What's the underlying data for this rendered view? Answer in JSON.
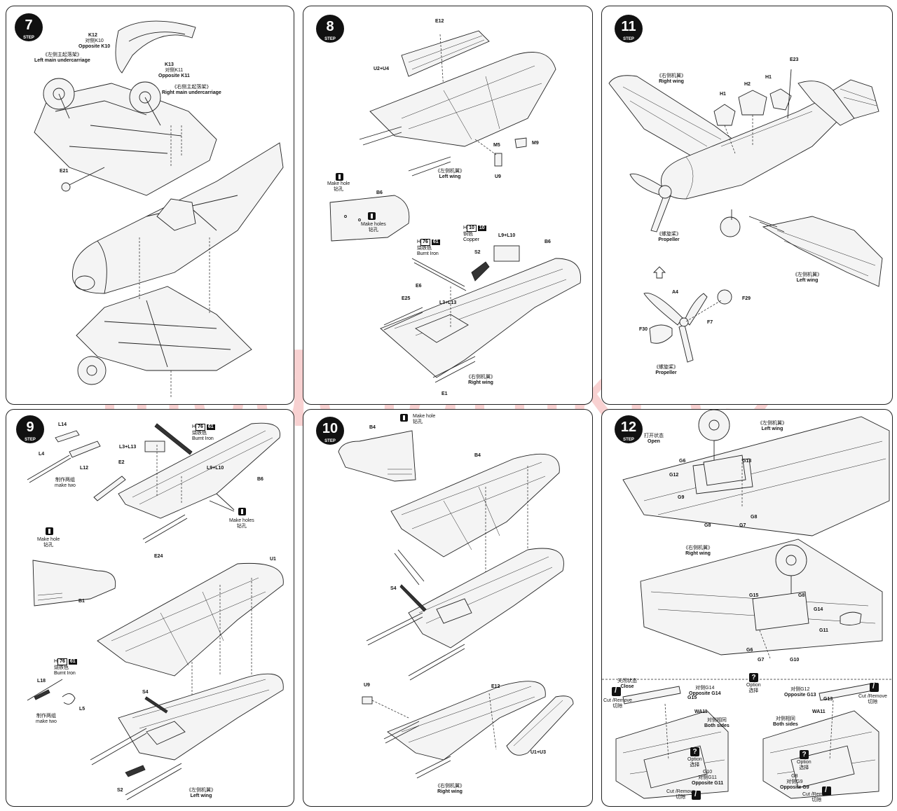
{
  "watermark": "modelartikl.cz",
  "steps": {
    "s7": {
      "number": "7",
      "step_word": "STEP",
      "labels": {
        "k12": "K12",
        "k12_opp": "对侧K10",
        "k12_opp_en": "Opposite K10",
        "left_uc_cn": "《左侧主起落架》",
        "left_uc_en": "Left main undercarriage",
        "k13": "K13",
        "k13_opp": "对侧K11",
        "k13_opp_en": "Opposite K11",
        "right_uc_cn": "《右侧主起落架》",
        "right_uc_en": "Right main undercarriage",
        "e21": "E21"
      }
    },
    "s8": {
      "number": "8",
      "step_word": "STEP",
      "labels": {
        "e12": "E12",
        "u2u4": "U2+U4",
        "m5": "M5",
        "m9": "M9",
        "u9": "U9",
        "left_wing_cn": "《左侧机翼》",
        "left_wing_en": "Left wing",
        "make_hole_en": "Make hole",
        "make_hole_cn": "钻孔",
        "b6": "B6",
        "make_holes_en": "Make holes",
        "make_holes_cn": "钻孔",
        "paint_h_num": "H",
        "paint_h_code": "10",
        "paint_h_code2": "10",
        "copper_cn": "铜色",
        "copper_en": "Copper",
        "paint_h76": "76",
        "paint_h61": "61",
        "burnt_cn": "烧铁色",
        "burnt_en": "Burnt Iron",
        "l9l10": "L9+L10",
        "s2": "S2",
        "b6b": "B6",
        "e6": "E6",
        "l3l13": "L3+L13",
        "e25": "E25",
        "right_wing_cn": "《右侧机翼》",
        "right_wing_en": "Right wing",
        "e1": "E1"
      }
    },
    "s11": {
      "number": "11",
      "step_word": "STEP",
      "labels": {
        "right_wing_cn": "《右侧机翼》",
        "right_wing_en": "Right wing",
        "h1a": "H1",
        "h2": "H2",
        "h1b": "H1",
        "e23": "E23",
        "propeller_cn": "《螺旋桨》",
        "propeller_en": "Propeller",
        "left_wing_cn": "《左侧机翼》",
        "left_wing_en": "Left wing",
        "a4": "A4",
        "f29": "F29",
        "f30": "F30",
        "f7": "F7",
        "propeller2_cn": "《螺旋桨》",
        "propeller2_en": "Propeller"
      }
    },
    "s9": {
      "number": "9",
      "step_word": "STEP",
      "labels": {
        "l14": "L14",
        "l4": "L4",
        "l12": "L12",
        "make_two_cn": "制作两组",
        "make_two_en": "make two",
        "paint_h76": "76",
        "paint_h61": "61",
        "burnt_cn": "烧铁色",
        "burnt_en": "Burnt Iron",
        "l3l13": "L3+L13",
        "e2": "E2",
        "l9l10": "L9+L10",
        "b6": "B6",
        "make_holes_en": "Make holes",
        "make_holes_cn": "钻孔",
        "e24": "E24",
        "make_hole_en": "Make hole",
        "make_hole_cn": "钻孔",
        "b1": "B1",
        "u1": "U1",
        "paint2_h76": "76",
        "paint2_h61": "61",
        "burnt2_cn": "烧铁色",
        "burnt2_en": "Burnt Iron",
        "l18": "L18",
        "l5": "L5",
        "make_two2_cn": "制作两组",
        "make_two2_en": "make two",
        "s4": "S4",
        "s2": "S2",
        "left_wing_cn": "《左侧机翼》",
        "left_wing_en": "Left wing"
      }
    },
    "s10": {
      "number": "10",
      "step_word": "STEP",
      "labels": {
        "make_hole_en": "Make hole",
        "make_hole_cn": "钻孔",
        "b4": "B4",
        "b4b": "B4",
        "s4": "S4",
        "u9": "U9",
        "e12": "E12",
        "u1u3": "U1+U3",
        "right_wing_cn": "《右侧机翼》",
        "right_wing_en": "Right wing"
      }
    },
    "s12": {
      "number": "12",
      "step_word": "STEP",
      "labels": {
        "left_wing_cn": "《左侧机翼》",
        "left_wing_en": "Left wing",
        "open_cn": "打开状态",
        "open_en": "Open",
        "g6a": "G6",
        "g13": "G13",
        "g12": "G12",
        "g9": "G9",
        "g8a": "G8",
        "g7a": "G7",
        "g8b": "G8",
        "right_wing_cn": "《右侧机翼》",
        "right_wing_en": "Right wing",
        "g15": "G15",
        "g8c": "G8",
        "g14": "G14",
        "g11": "G11",
        "g6b": "G6",
        "g7b": "G7",
        "g10": "G10",
        "close_cn": "关闭状态",
        "close_en": "Close",
        "option_cn": "选择",
        "option_en": "Option",
        "cut_remove_en": "Cut /Remove",
        "cut_remove_cn": "切除",
        "g15b": "G15",
        "opp_g14_cn": "对侧G14",
        "opp_g14_en": "Opposite G14",
        "w411": "WA11",
        "both_sides_cn": "对侧相同",
        "both_sides_en": "Both sides",
        "option2_en": "Option",
        "option2_cn": "选择",
        "g10b": "G10",
        "g10_opp_cn": "对侧G11",
        "g10_opp_en": "Opposite G11",
        "cut2_en": "Cut /Remove",
        "cut2_cn": "切除",
        "opp_g12_cn": "对侧G12",
        "opp_g12_en": "Opposite G13",
        "g13b": "G13",
        "cut3_en": "Cut /Remove",
        "cut3_cn": "切除",
        "both_sides2_cn": "对侧相同",
        "both_sides2_en": "Both sides",
        "w411b": "WA11",
        "option3_en": "Option",
        "option3_cn": "选择",
        "g8d": "G8",
        "g8_opp_cn": "对侧G9",
        "g8_opp_en": "Opposite G9",
        "cut4_en": "Cut /Remove",
        "cut4_cn": "切除"
      }
    }
  }
}
